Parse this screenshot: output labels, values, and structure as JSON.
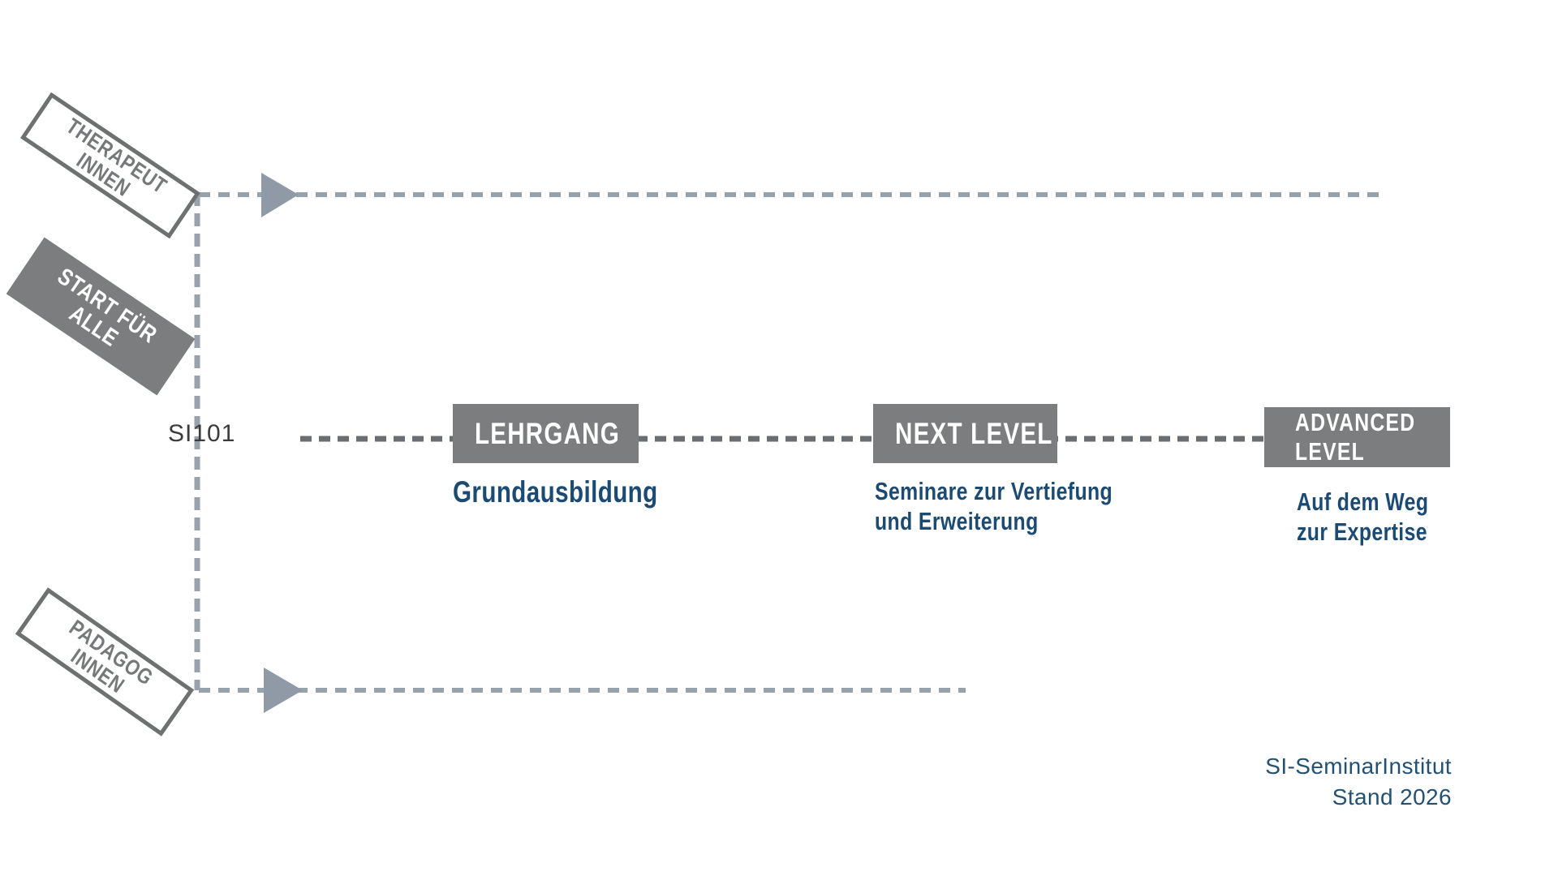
{
  "colors": {
    "box_gray": "#7b7d7f",
    "outline_gray": "#6e7072",
    "tag_text_gray": "#76787a",
    "track_bluegray": "#98a2ad",
    "arrow_bluegray": "#8f9aa6",
    "track_darkgray": "#6b6e70",
    "caption_blue": "#1b4a73",
    "footer_blue": "#235173",
    "course_code_dark": "#3c3c3c",
    "background": "#ffffff"
  },
  "audience_tags": {
    "therapists": {
      "line1": "THERAPEUT",
      "line2": "INNEN"
    },
    "start_for_all": {
      "line1": "START FÜR",
      "line2": "ALLE"
    },
    "pedagogues": {
      "line1": "PADAGOG",
      "line2": "INNEN"
    }
  },
  "course_code": "SI101",
  "stages": [
    {
      "name": "lehrgang",
      "title_line1": "LEHRGANG",
      "title_line2": "",
      "caption_line1": "Grundausbildung",
      "caption_line2": ""
    },
    {
      "name": "next-level",
      "title_line1": "NEXT LEVEL",
      "title_line2": "",
      "caption_line1": "Seminare zur Vertiefung",
      "caption_line2": "und Erweiterung"
    },
    {
      "name": "advanced-level",
      "title_line1": "ADVANCED",
      "title_line2": "LEVEL",
      "caption_line1": "Auf dem Weg",
      "caption_line2": "zur Expertise"
    }
  ],
  "footer": {
    "line1": "SI-SeminarInstitut",
    "line2": "Stand 2026"
  }
}
